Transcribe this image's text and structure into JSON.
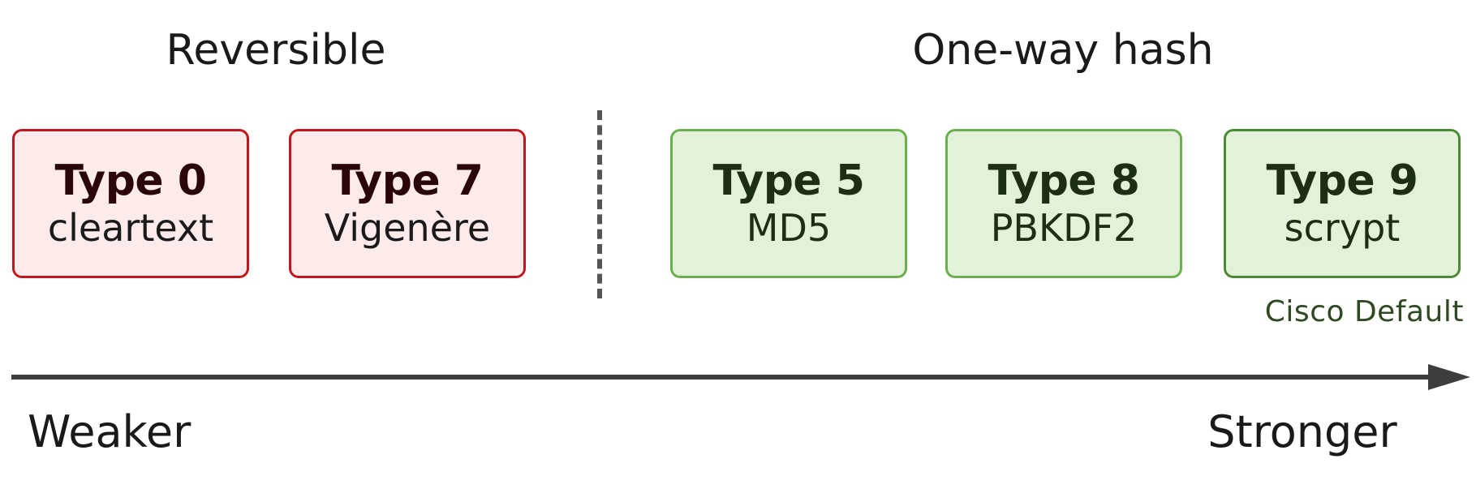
{
  "headings": {
    "reversible": "Reversible",
    "one_way": "One-way hash"
  },
  "types": [
    {
      "title": "Type 0",
      "algorithm": "cleartext",
      "category": "reversible"
    },
    {
      "title": "Type 7",
      "algorithm": "Vigenère",
      "category": "reversible"
    },
    {
      "title": "Type 5",
      "algorithm": "MD5",
      "category": "one-way"
    },
    {
      "title": "Type 8",
      "algorithm": "PBKDF2",
      "category": "one-way"
    },
    {
      "title": "Type 9",
      "algorithm": "scrypt",
      "category": "one-way"
    }
  ],
  "default_note": "Cisco Default",
  "axis": {
    "start_label": "Weaker",
    "end_label": "Stronger"
  },
  "colors": {
    "weak_fill": "#fdeaea",
    "weak_border": "#c0161e",
    "strong_fill": "#e3f1db",
    "strong_border": "#6ab04c",
    "arrow": "#3d3d3d"
  }
}
